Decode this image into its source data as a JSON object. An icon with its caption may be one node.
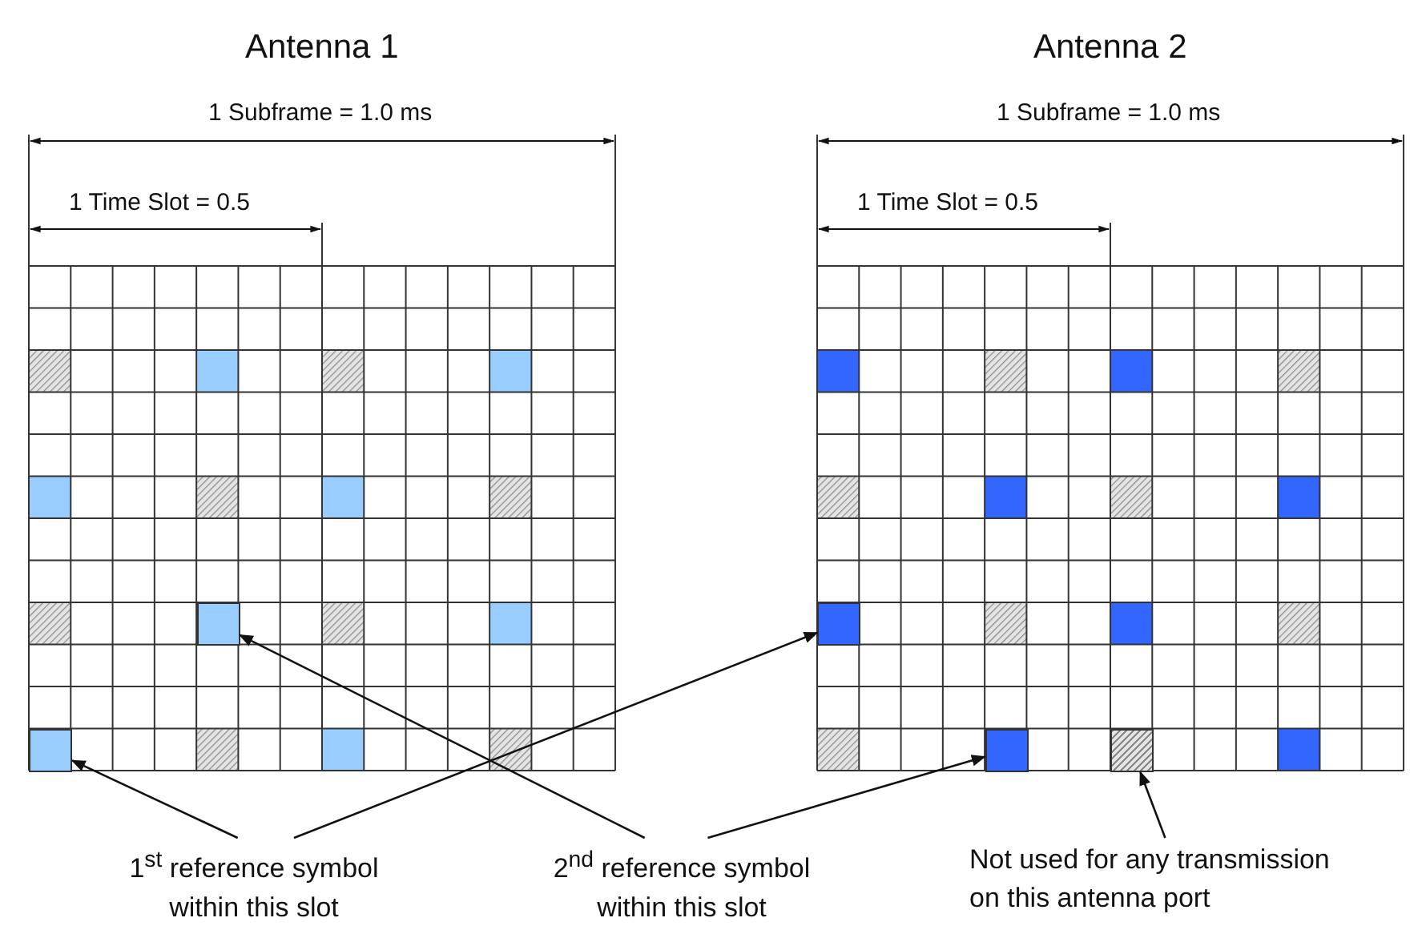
{
  "diagram": {
    "nodes": [
      {
        "text": [
          "Antenna 1"
        ]
      },
      {
        "text": [],
        "shape": "box",
        "in": 0
      },
      {
        "text": [],
        "shape": "box",
        "in": 0
      },
      {
        "text": [
          "Antenna 2"
        ]
      },
      {
        "text": [],
        "shape": "box",
        "in": 3
      },
      {
        "text": [],
        "shape": "box",
        "in": 3
      },
      {
        "text": [],
        "shape": "box",
        "in": 3
      },
      {
        "text": [
          "1$^{st}$ reference symbol within this slot"
        ]
      },
      {
        "text": [
          "2$^{nd}$ reference symbol within this slot"
        ]
      },
      {
        "text": [
          "Not used for any transmission on this antenna port"
        ]
      }
    ],
    "edges": [
      {
        "from": 7,
        "to": 1,
        "arrow": "to"
      },
      {
        "from": 7,
        "to": 4,
        "arrow": "to"
      },
      {
        "from": 8,
        "to": 2,
        "arrow": "to"
      },
      {
        "from": 8,
        "to": 5,
        "arrow": "to"
      },
      {
        "from": 9,
        "to": 6,
        "arrow": "to"
      }
    ],
    "labels": [
      "1 Subframe = 1.0 ms",
      "1 Subframe = 1.0 ms",
      "1 Time Slot = 0.5",
      "1 Time Slot = 0.5"
    ]
  }
}
